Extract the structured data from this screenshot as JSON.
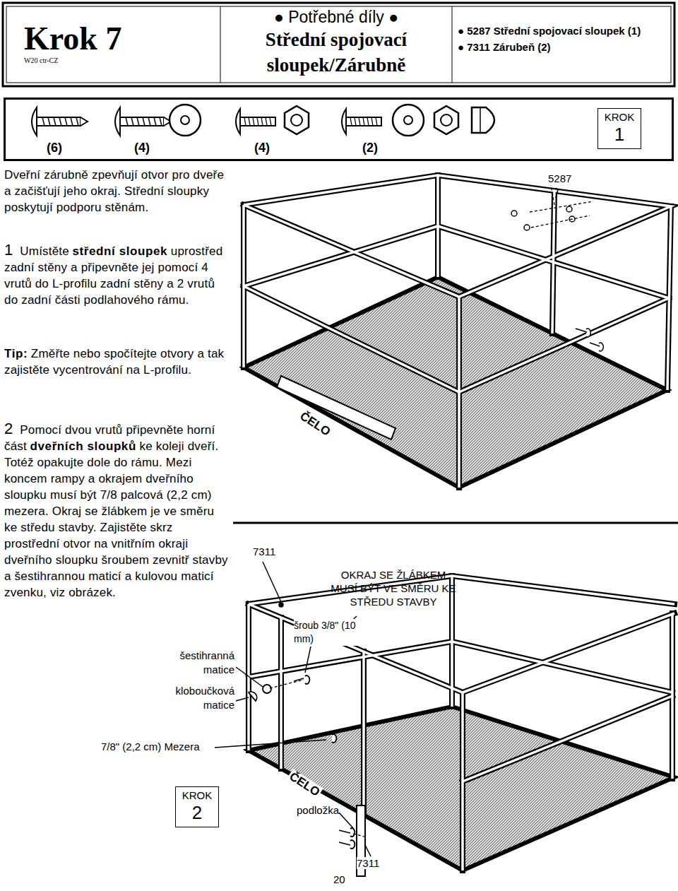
{
  "diagram": {
    "title": "Krok 7",
    "nodes": [
      {
        "text": [
          "Krok 7",
          "W20 ctr-CZ"
        ]
      },
      {
        "text": [
          "● Potřebné díly ●",
          "Střední spojovací sloupek/Zárubně"
        ]
      },
      {
        "text": [
          "● 5287 Střední spojovací sloupek (1)",
          "● 7311 Zárubeň (2)"
        ]
      },
      {
        "text": [
          "(6)",
          "(4)",
          "(4)",
          "(2)"
        ]
      },
      {
        "text": [
          "KROK",
          "1"
        ],
        "in": 3
      },
      {
        "text": [
          "KROK",
          "2"
        ]
      }
    ],
    "labels": [
      "Dveřní zárubně zpevňují otvor pro dveře a začišťují jeho okraj. Střední sloupky poskytují podporu stěnám.",
      "1",
      "Umístěte",
      "střední sloupek",
      "uprostřed zadní stěny a připevněte jej pomocí 4 vrutů do L-profilu zadní stěny a 2 vrutů do zadní části podlahového rámu.",
      "Tip:",
      "Změřte nebo spočítejte otvory a tak zajistěte vycentrování na L-profilu.",
      "2",
      "Pomocí dvou vrutů připevněte horní část",
      "dveřních sloupků",
      "ke koleji dveří. Totéž opakujte dole do rámu. Mezi koncem rampy a okrajem dveřního sloupku musí být 7/8 palcová (2,2 cm) mezera. Okraj se žlábkem je ve směru ke středu stavby. Zajistěte skrz prostřední otvor na vnitřním okraji dveřního sloupku šroubem zevnitř stavby a šestihrannou maticí a kulovou maticí zvenku, viz obrázek.",
      "5287",
      "ČELO",
      "7311",
      "OKRAJ SE ŽLÁBKEM MUSÍ BÝT VE SMĚRU KE STŘEDU STAVBY",
      "šroub 3/8\" (10 mm)",
      "šestihranná matice",
      "kloboučková matice",
      "7/8\" (2,2 cm) Mezera",
      "ČELO",
      "podložka",
      "7311",
      "20"
    ]
  }
}
